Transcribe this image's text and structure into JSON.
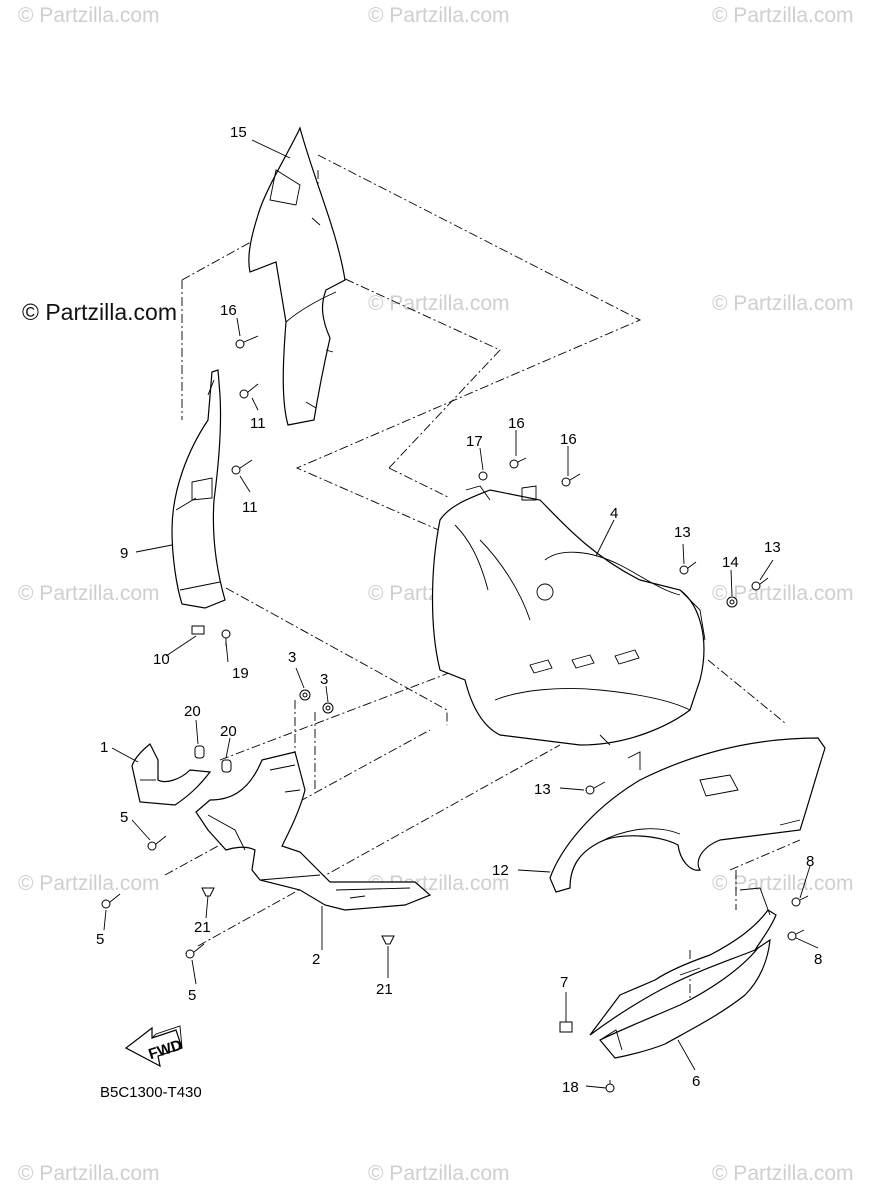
{
  "watermarks": {
    "main": "© Partzilla.com",
    "faded": "© Partzilla.com"
  },
  "diagram_code": "B5C1300-T430",
  "fwd_label": "FWD",
  "callouts": {
    "c1": "1",
    "c2": "2",
    "c3a": "3",
    "c3b": "3",
    "c4": "4",
    "c5a": "5",
    "c5b": "5",
    "c5c": "5",
    "c6": "6",
    "c7": "7",
    "c8a": "8",
    "c8b": "8",
    "c9": "9",
    "c10": "10",
    "c11a": "11",
    "c11b": "11",
    "c12": "12",
    "c13a": "13",
    "c13b": "13",
    "c13c": "13",
    "c14": "14",
    "c15": "15",
    "c16a": "16",
    "c16b": "16",
    "c16c": "16",
    "c17": "17",
    "c18": "18",
    "c19": "19",
    "c20a": "20",
    "c20b": "20",
    "c21a": "21",
    "c21b": "21"
  }
}
